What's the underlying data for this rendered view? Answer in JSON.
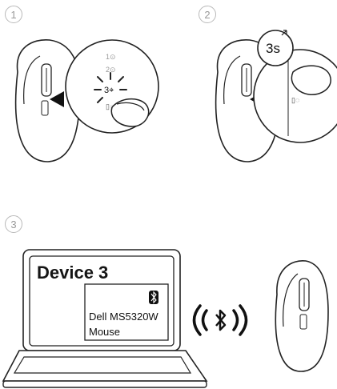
{
  "steps": [
    {
      "number": "1",
      "zoom_label": "3⌖"
    },
    {
      "number": "2",
      "timer_label": "3s"
    },
    {
      "number": "3"
    }
  ],
  "laptop_screen": {
    "title": "Device 3",
    "popup": {
      "icon": "bluetooth-icon",
      "device_name": "Dell MS5320W",
      "device_type": "Mouse"
    }
  },
  "icons": [
    "mouse-illustration",
    "bluetooth-signal-icon",
    "bluetooth-icon",
    "pointing-hand-icon",
    "laptop-illustration"
  ]
}
